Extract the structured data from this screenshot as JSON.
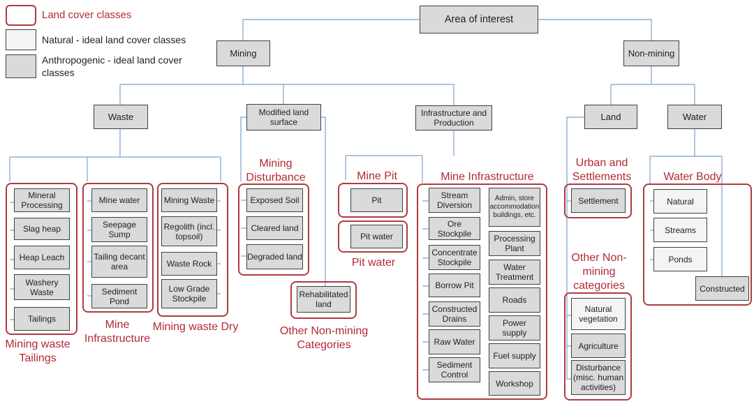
{
  "colors": {
    "group_border": "#b03a40",
    "group_label": "#b02a34",
    "connector": "#7aa1cf",
    "natural_fill": "#f4f4f4",
    "anthropogenic_fill": "#dadada"
  },
  "legend": {
    "land_cover": "Land cover classes",
    "natural": "Natural - ideal land cover classes",
    "anthropogenic": "Anthropogenic - ideal land cover classes"
  },
  "nodes": {
    "root": "Area of interest",
    "mining": "Mining",
    "nonmining": "Non-mining",
    "waste": "Waste",
    "modified": "Modified land surface",
    "infra": "Infrastructure and Production",
    "land": "Land",
    "water": "Water",
    "mineral": "Mineral Processing",
    "slag": "Slag heap",
    "heap": "Heap Leach",
    "washery": "Washery Waste",
    "tailings": "Tailings",
    "minewater": "Mine water",
    "seepage": "Seepage Sump",
    "decant": "Tailing decant area",
    "sediment_pond": "Sediment Pond",
    "miningwaste": "Mining Waste",
    "regolith": "Regolith (incl. topsoil)",
    "wasterock": "Waste Rock",
    "lowgrade": "Low Grade Stockpile",
    "exposed": "Exposed Soil",
    "cleared": "Cleared land",
    "degraded": "Degraded land",
    "rehab": "Rehabilitated land",
    "pit": "Pit",
    "pitwater": "Pit water",
    "stream_div": "Stream Diversion",
    "ore": "Ore Stockpile",
    "concentrate": "Concentrate Stockpile",
    "borrow": "Borrow Pit",
    "drains": "Constructed Drains",
    "rawwater": "Raw Water",
    "sed_control": "Sediment Control",
    "admin": "Admin, store accommodation buildings, etc.",
    "processing": "Processing Plant",
    "water_treat": "Water Treatment",
    "roads": "Roads",
    "power": "Power supply",
    "fuel": "Fuel supply",
    "workshop": "Workshop",
    "settlement": "Settlement",
    "natveg": "Natural vegetation",
    "agri": "Agriculture",
    "disturb": "Disturbance (misc. human activities)",
    "natural": "Natural",
    "streams": "Streams",
    "ponds": "Ponds",
    "constructed": "Constructed"
  },
  "groups": {
    "tailings": "Mining waste Tailings",
    "mine_infra_left": "Mine Infrastructure",
    "dry": "Mining waste Dry",
    "disturbance": "Mining Disturbance",
    "other_nonmining_left": "Other Non-mining Categories",
    "mine_pit": "Mine Pit",
    "pit_water": "Pit water",
    "mine_infra": "Mine Infrastructure",
    "urban": "Urban and Settlements",
    "water_body": "Water Body",
    "other_nonmining_right": "Other Non-mining categories"
  }
}
